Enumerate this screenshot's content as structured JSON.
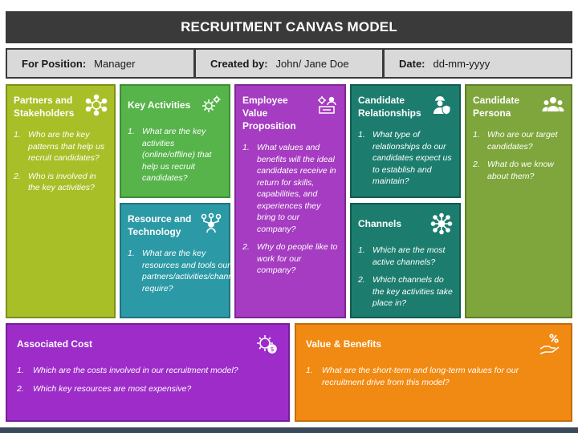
{
  "title": "RECRUITMENT CANVAS MODEL",
  "info": {
    "position_label": "For Position:",
    "position_value": "Manager",
    "created_label": "Created by:",
    "created_value": "John/ Jane Doe",
    "date_label": "Date:",
    "date_value": "dd-mm-yyyy"
  },
  "cards": {
    "partners": {
      "title": "Partners and Stakeholders",
      "icon": "network-people-icon",
      "items": [
        {
          "num": "1.",
          "text": "Who are the key patterns that help us recruit candidates?"
        },
        {
          "num": "2.",
          "text": "Who is involved in the key activities?"
        }
      ]
    },
    "key_activities": {
      "title": "Key Activities",
      "icon": "gears-icon",
      "items": [
        {
          "num": "1.",
          "text": "What are the key activities (online/offline) that help us recruit candidates?"
        }
      ]
    },
    "resource": {
      "title": "Resource and Technology",
      "icon": "resource-person-icon",
      "items": [
        {
          "num": "1.",
          "text": "What are the key resources and tools our partners/activities/channels require?"
        }
      ]
    },
    "evp": {
      "title": "Employee Value Proposition",
      "icon": "value-proposition-icon",
      "items": [
        {
          "num": "1.",
          "text": "What values and benefits will the ideal candidates receive in return for skills, capabilities, and experiences they bring to our company?"
        },
        {
          "num": "2.",
          "text": "Why do people like to work for our company?"
        }
      ]
    },
    "relationships": {
      "title": "Candidate Relationships",
      "icon": "worker-shield-icon",
      "items": [
        {
          "num": "1.",
          "text": "What type of relationships do our candidates expect us to establish and maintain?"
        }
      ]
    },
    "channels": {
      "title": "Channels",
      "icon": "hub-network-icon",
      "items": [
        {
          "num": "1.",
          "text": "Which are the most active channels?"
        },
        {
          "num": "2.",
          "text": "Which channels do the key activities take place in?"
        }
      ]
    },
    "persona": {
      "title": "Candidate Persona",
      "icon": "group-people-icon",
      "items": [
        {
          "num": "1.",
          "text": "Who are our target candidates?"
        },
        {
          "num": "2.",
          "text": "What do we know about them?"
        }
      ]
    },
    "cost": {
      "title": "Associated Cost",
      "icon": "cost-gear-icon",
      "items": [
        {
          "num": "1.",
          "text": "Which are the costs involved in our recruitment model?"
        },
        {
          "num": "2.",
          "text": "Which key resources are most expensive?"
        }
      ]
    },
    "value": {
      "title": "Value & Benefits",
      "icon": "hand-percent-icon",
      "items": [
        {
          "num": "1.",
          "text": "What are the short-term and long-term values for our recruitment drive from this model?"
        }
      ]
    }
  }
}
